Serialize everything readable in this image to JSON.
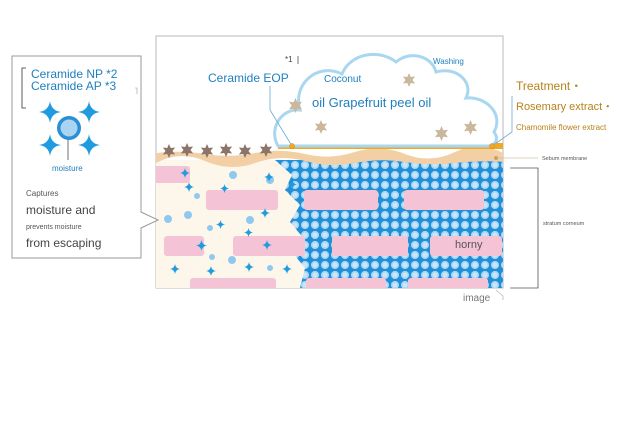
{
  "callout": {
    "ceramide_np": "Ceramide NP *2",
    "ceramide_ap": "Ceramide AP *3",
    "moisture": "moisture",
    "captures_line1": "Captures",
    "captures_line2": "moisture and",
    "captures_line3": "prevents moisture",
    "captures_line4": "from escaping"
  },
  "cloud": {
    "footnote": "*1",
    "ceramide_eop": "Ceramide EOP",
    "coconut": "Coconut",
    "washing": "Washing",
    "oils": "oil Grapefruit peel oil"
  },
  "treatment": {
    "treatment": "Treatment・",
    "rosemary": "Rosemary extract・",
    "chamomile": "Chamomile flower extract"
  },
  "layers": {
    "sebum_membrane": "Sebum membrane",
    "stratum_corneum": "stratum corneum",
    "horny": "horny"
  },
  "caption": "image",
  "colors": {
    "accent_blue": "#1f7fc0",
    "star_blue": "#1f9be0",
    "cloud_outline": "#a9d7f0",
    "pink_cell": "#f4c3d5",
    "gold_band": "#f2a922",
    "treatment_text": "#b8821a",
    "sebum": "#f2cfa4",
    "dark_star": "#8b7468"
  }
}
